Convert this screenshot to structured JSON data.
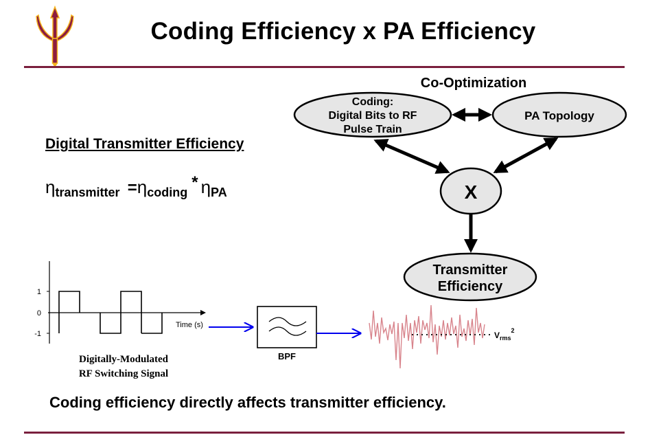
{
  "slide": {
    "title": "Coding Efficiency x PA Efficiency",
    "logo": "asu-pitchfork-logo"
  },
  "efficiency": {
    "heading": "Digital Transmitter Efficiency",
    "formula": {
      "symbol": "η",
      "transmitter_sub": "transmitter",
      "equals": "=",
      "coding_sub": "coding",
      "times": "*",
      "pa_sub": "PA"
    }
  },
  "co_optimization": {
    "title": "Co-Optimization",
    "coding_node": [
      "Coding:",
      "Digital Bits to RF",
      "Pulse Train"
    ],
    "pa_node": "PA Topology",
    "multiply_node": "X",
    "output_node": [
      "Transmitter",
      "Efficiency"
    ]
  },
  "signal_chain": {
    "y_ticks": [
      "1",
      "0",
      "-1"
    ],
    "x_label": "Time (s)",
    "square_wave_levels": [
      1,
      -1,
      1,
      -1
    ],
    "caption": [
      "Digitally-Modulated",
      "RF Switching Signal"
    ],
    "filter_label": "BPF",
    "vrms_label": "V",
    "vrms_sub": "rms",
    "vrms_sup": "2"
  },
  "conclusion": "Coding efficiency directly affects transmitter efficiency.",
  "colors": {
    "rule": "#7a1f3d",
    "logo_maroon": "#8c1d40",
    "logo_gold": "#f5b41f",
    "node_fill": "#e6e6e6",
    "signal_arrow": "#0000ee",
    "noise": "#d8848c"
  }
}
